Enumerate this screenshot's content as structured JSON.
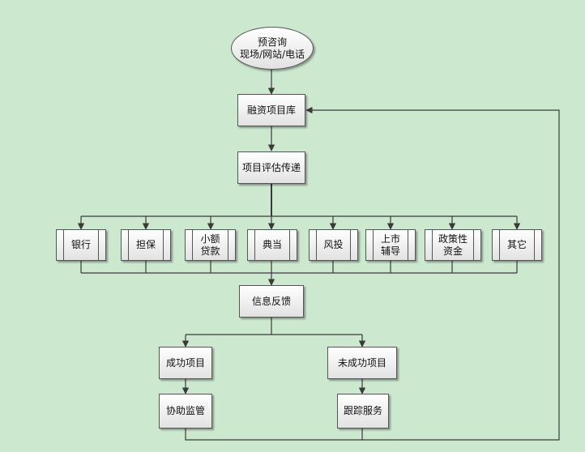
{
  "start": {
    "line1": "预咨询",
    "line2": "现场/网站/电话"
  },
  "project_pool": "融资项目库",
  "evaluation": "项目评估传递",
  "channels": [
    {
      "l1": "银行",
      "l2": ""
    },
    {
      "l1": "担保",
      "l2": ""
    },
    {
      "l1": "小额",
      "l2": "贷款"
    },
    {
      "l1": "典当",
      "l2": ""
    },
    {
      "l1": "风投",
      "l2": ""
    },
    {
      "l1": "上市",
      "l2": "辅导"
    },
    {
      "l1": "政策性",
      "l2": "资金"
    },
    {
      "l1": "其它",
      "l2": ""
    }
  ],
  "feedback": "信息反馈",
  "success": "成功项目",
  "fail": "未成功项目",
  "assist": "协助监管",
  "track": "跟踪服务",
  "colors": {
    "background": "#cce8cf",
    "line": "#3a3a3a",
    "box_border": "#555555"
  }
}
